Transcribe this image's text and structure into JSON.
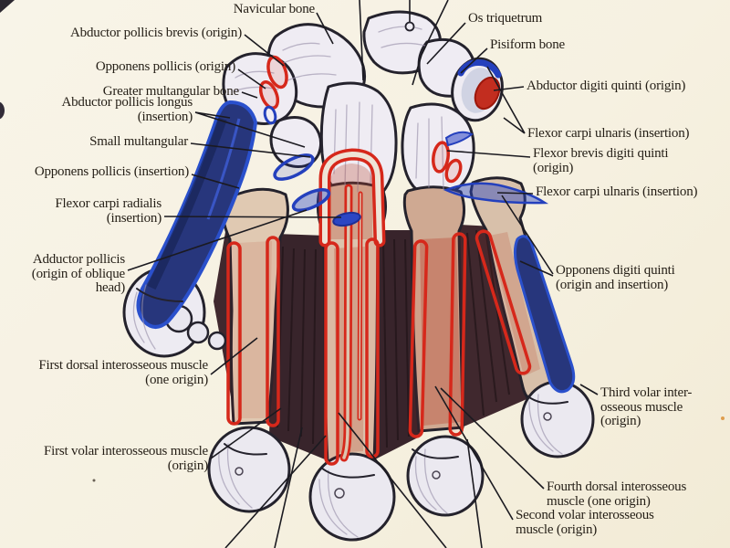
{
  "colors": {
    "background": "#f6f1e1",
    "origin_red": "#d6281b",
    "insertion_blue": "#2440bd",
    "ink": "#24222c"
  },
  "labels": {
    "navicular_bone": {
      "lines": [
        "Navicular bone"
      ]
    },
    "abductor_pollicis_brevis": {
      "lines": [
        "Abductor pollicis brevis (origin)"
      ]
    },
    "opponens_pollicis_origin": {
      "lines": [
        "Opponens pollicis (origin)"
      ]
    },
    "greater_multangular": {
      "lines": [
        "Greater multangular bone"
      ]
    },
    "abductor_pollicis_longus": {
      "lines": [
        "Abductor pollicis longus",
        "(insertion)"
      ]
    },
    "small_multangular": {
      "lines": [
        "Small multangular"
      ]
    },
    "opponens_pollicis_insertion": {
      "lines": [
        "Opponens pollicis (insertion)"
      ]
    },
    "flexor_carpi_radialis": {
      "lines": [
        "Flexor carpi radialis",
        "(insertion)"
      ]
    },
    "adductor_pollicis": {
      "lines": [
        "Adductor pollicis",
        "(origin of oblique",
        "head)"
      ]
    },
    "first_dorsal_interosseous": {
      "lines": [
        "First dorsal interosseous muscle",
        "(one origin)"
      ]
    },
    "first_volar_interosseous": {
      "lines": [
        "First volar interosseous muscle",
        "(origin)"
      ]
    },
    "os_triquetrum": {
      "lines": [
        "Os triquetrum"
      ]
    },
    "pisiform_bone": {
      "lines": [
        "Pisiform bone"
      ]
    },
    "abductor_digiti_quinti": {
      "lines": [
        "Abductor digiti quinti (origin)"
      ]
    },
    "flexor_carpi_ulnaris_1": {
      "lines": [
        "Flexor carpi ulnaris (insertion)"
      ]
    },
    "flexor_brevis_digiti_quinti": {
      "lines": [
        "Flexor brevis digiti quinti",
        "(origin)"
      ]
    },
    "flexor_carpi_ulnaris_2": {
      "lines": [
        "Flexor carpi ulnaris (insertion)"
      ]
    },
    "opponens_digiti_quinti": {
      "lines": [
        "Opponens digiti quinti",
        "(origin and insertion)"
      ]
    },
    "third_volar_interosseous": {
      "lines": [
        "Third volar inter-",
        "osseous muscle",
        "(origin)"
      ]
    },
    "fourth_dorsal_interosseous": {
      "lines": [
        "Fourth dorsal interosseous",
        "muscle (one origin)"
      ]
    },
    "second_volar_interosseous": {
      "lines": [
        "Second volar interosseous",
        "muscle (origin)"
      ]
    }
  }
}
